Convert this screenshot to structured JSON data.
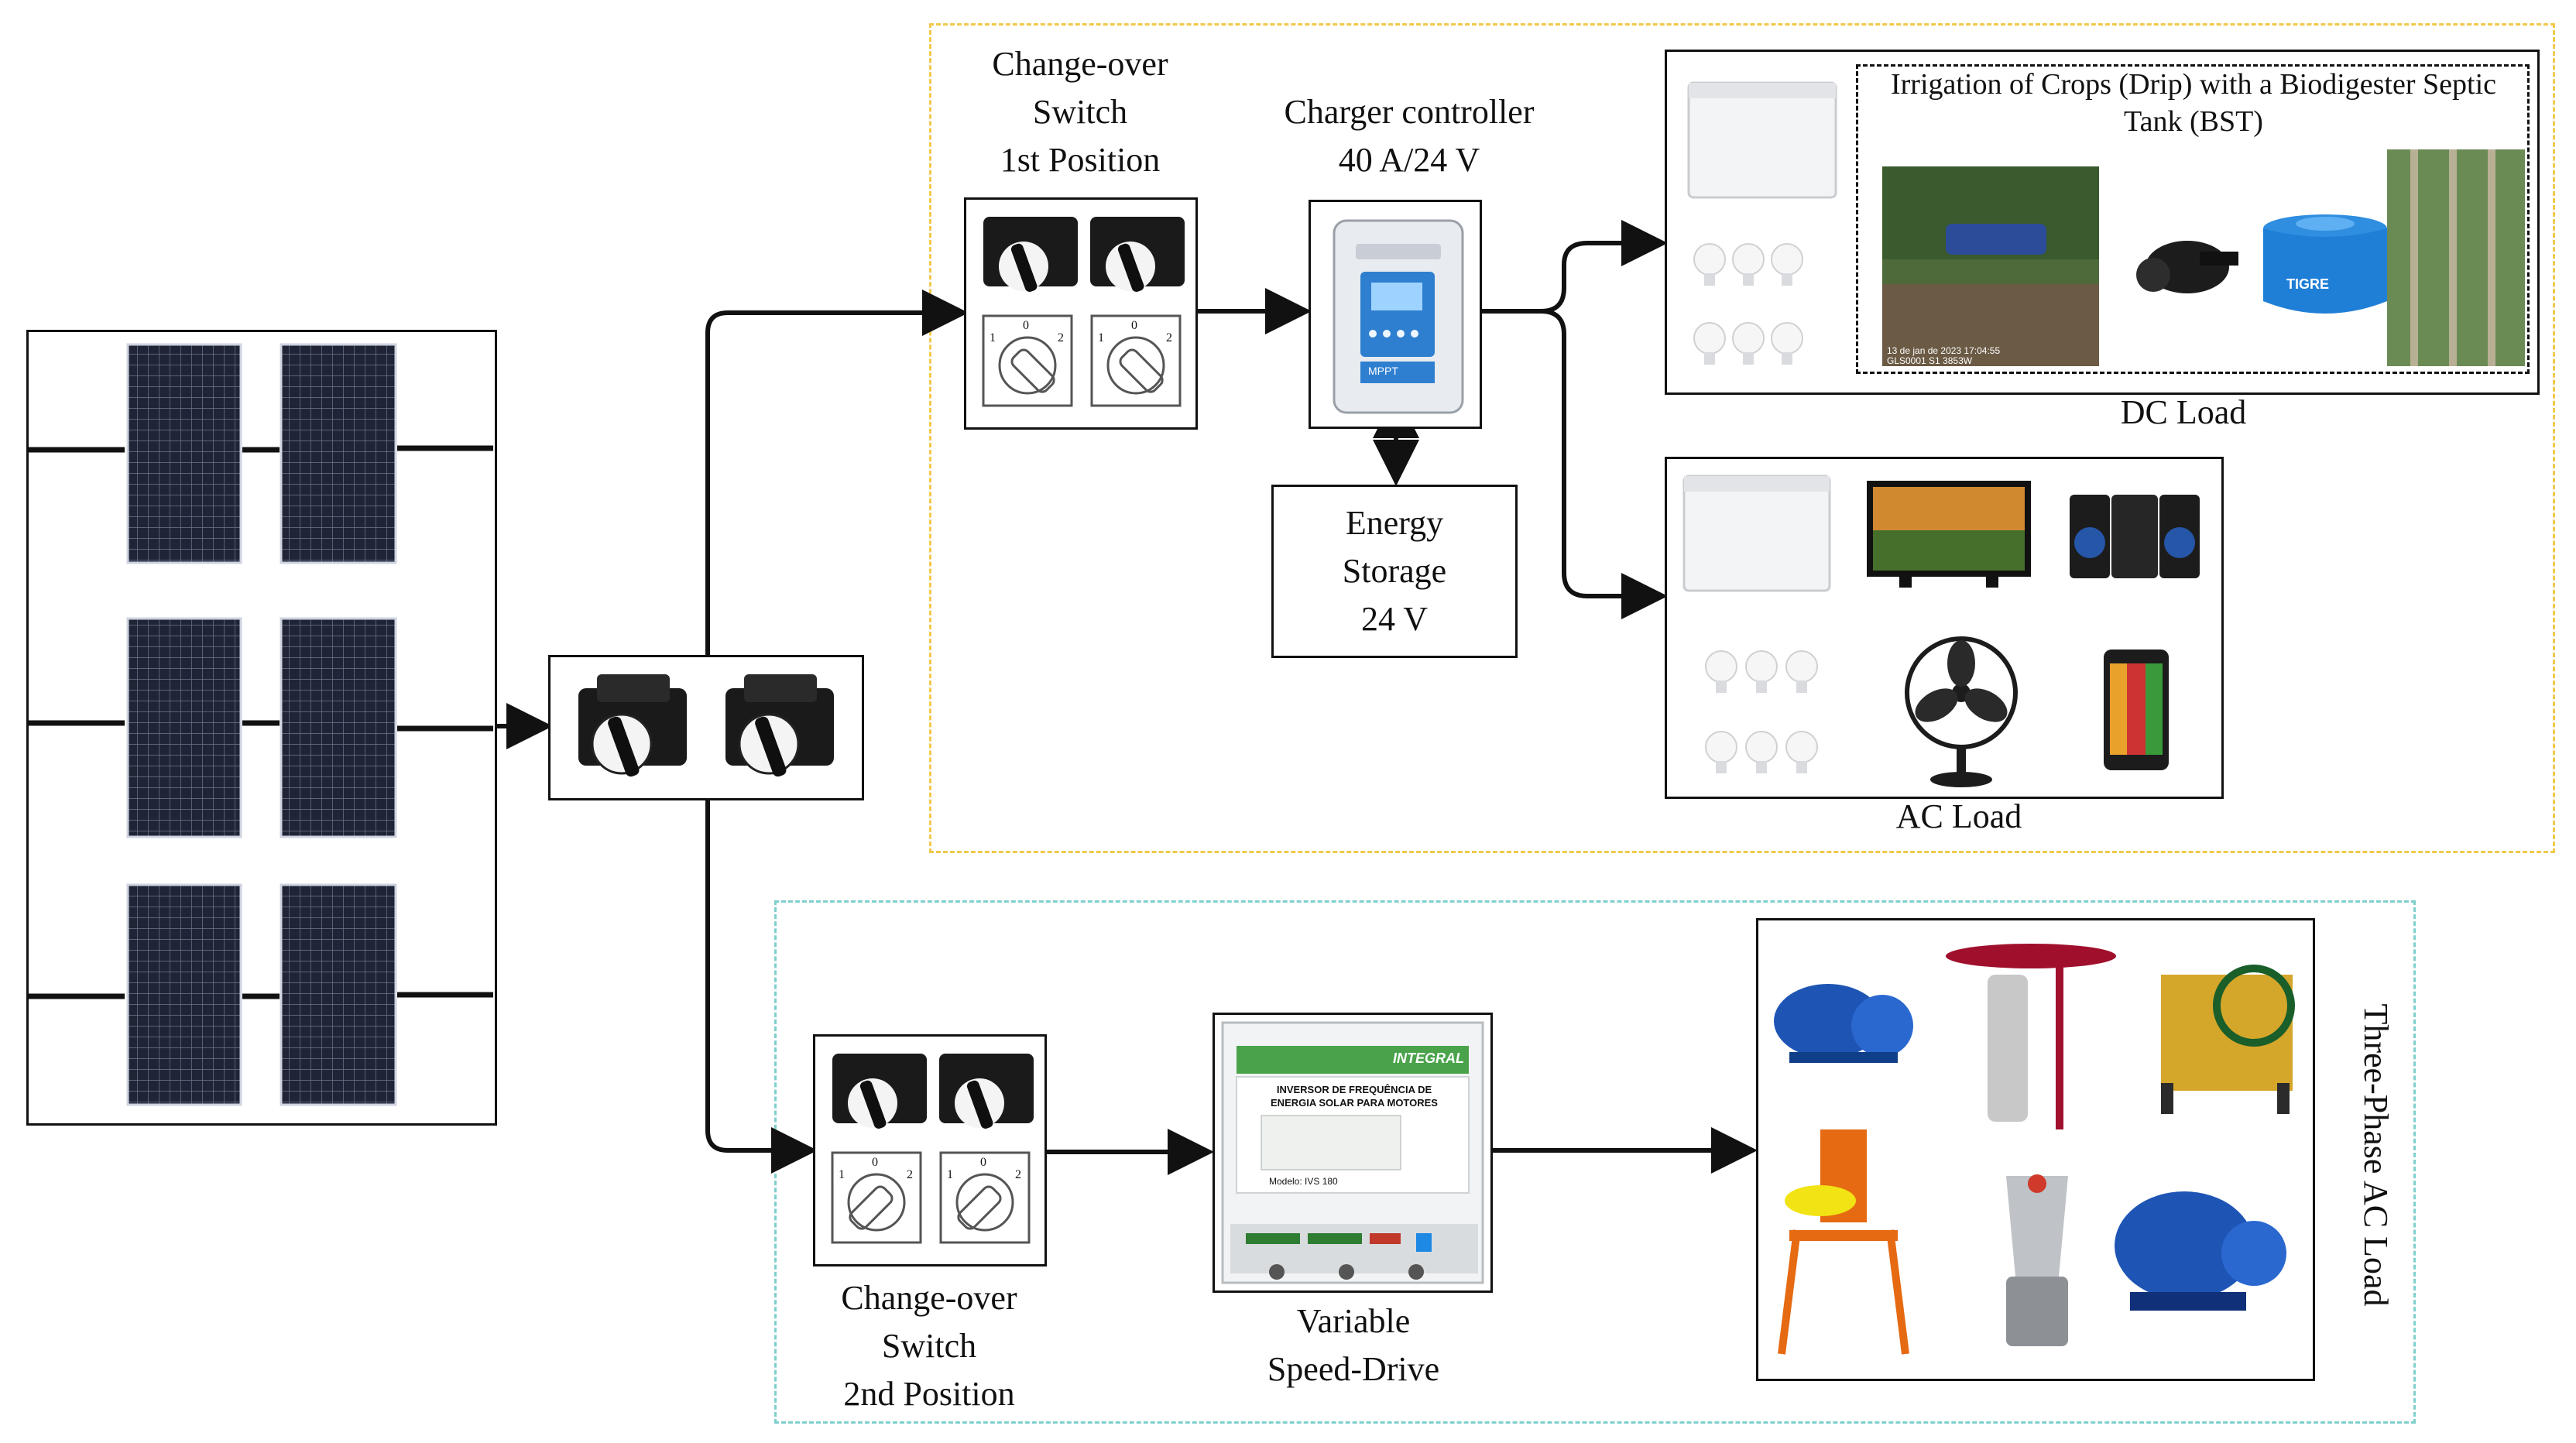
{
  "labels": {
    "cos1": [
      "Change-over",
      "Switch",
      "1st Position"
    ],
    "charger": [
      "Charger controller",
      "40 A/24 V"
    ],
    "storage": [
      "Energy",
      "Storage",
      "24 V"
    ],
    "irrigation": [
      "Irrigation of Crops (Drip) with a Biodigester Septic",
      "Tank (BST)"
    ],
    "dc_load": "DC Load",
    "ac_load": "AC Load",
    "cos2": [
      "Change-over",
      "Switch",
      "2nd Position"
    ],
    "vsd": [
      "Variable",
      "Speed-Drive"
    ],
    "three_phase": "Three-Phase AC Load"
  },
  "device_text": {
    "switch_dial": [
      "1",
      "0",
      "2"
    ],
    "mppt": "MPPT",
    "vsd_brand": "INTEGRAL",
    "vsd_title": [
      "INVERSOR DE FREQUÊNCIA DE",
      "ENERGIA SOLAR PARA MOTORES"
    ],
    "vsd_model": "Modelo: IVS 180",
    "tank_brand": "TIGRE",
    "photo_stamp": [
      "13 de jan de 2023 17:04:55",
      "GLS0001 S1 3853W"
    ]
  },
  "colors": {
    "group_dc_ac_border": "#f1c94b",
    "group_three_phase_border": "#7fd0cc",
    "line": "#111111"
  }
}
